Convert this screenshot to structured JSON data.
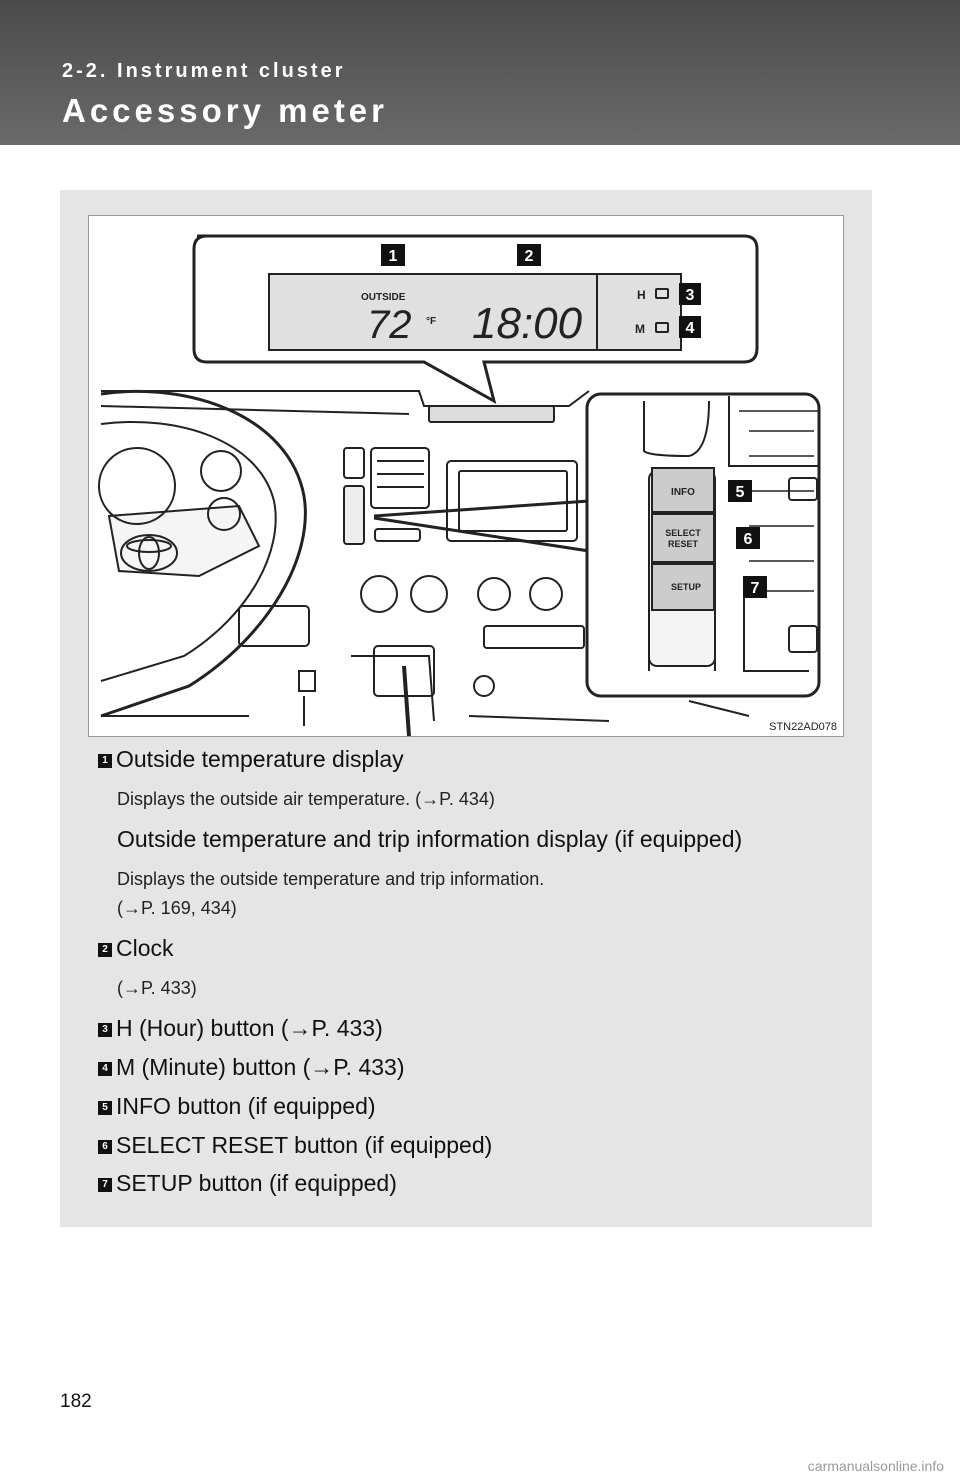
{
  "header": {
    "section": "2-2. Instrument cluster",
    "title": "Accessory meter"
  },
  "figure": {
    "code": "STN22AD078",
    "display": {
      "outside_label": "OUTSIDE",
      "temperature": "72",
      "temp_unit": "°F",
      "clock": "18:00",
      "h_label": "H",
      "m_label": "M"
    },
    "buttons": {
      "info": "INFO",
      "select": "SELECT",
      "reset": "RESET",
      "setup": "SETUP"
    },
    "callouts": [
      "1",
      "2",
      "3",
      "4",
      "5",
      "6",
      "7"
    ]
  },
  "items": [
    {
      "num": "1",
      "title": "Outside temperature display",
      "desc": "Displays the outside air temperature. (→P. 434)"
    },
    {
      "title": "Outside temperature and trip information display (if equipped)",
      "desc1": "Displays the outside temperature and trip information.",
      "desc2": "(→P. 169, 434)"
    },
    {
      "num": "2",
      "title": "Clock",
      "desc": "(→P. 433)"
    },
    {
      "num": "3",
      "title": "H (Hour) button (→P. 433)"
    },
    {
      "num": "4",
      "title": "M (Minute) button (→P. 433)"
    },
    {
      "num": "5",
      "title": "INFO button (if equipped)"
    },
    {
      "num": "6",
      "title": "SELECT RESET button (if equipped)"
    },
    {
      "num": "7",
      "title": "SETUP button (if equipped)"
    }
  ],
  "page_number": "182",
  "watermark": "carmanualsonline.info"
}
